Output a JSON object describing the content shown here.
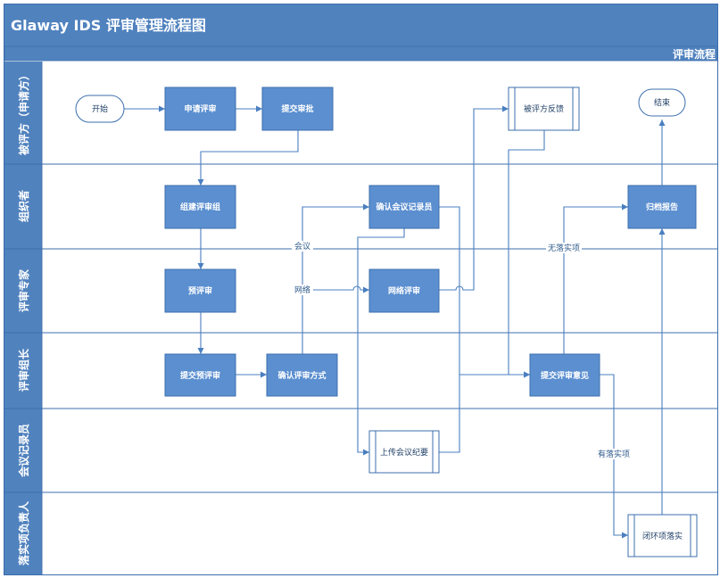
{
  "header": {
    "title": "Glaway IDS 评审管理流程图",
    "subtitle": "评审流程"
  },
  "lanes": [
    {
      "id": "reviewee",
      "label": "被评方（申请方）"
    },
    {
      "id": "organizer",
      "label": "组织者"
    },
    {
      "id": "expert",
      "label": "评审专家"
    },
    {
      "id": "leader",
      "label": "评审组长"
    },
    {
      "id": "recorder",
      "label": "会议记录员"
    },
    {
      "id": "owner",
      "label": "落实项负责人"
    }
  ],
  "nodes": {
    "start": "开始",
    "apply": "申请评审",
    "submit_approval": "提交审批",
    "feedback": "被评方反馈",
    "end": "结束",
    "form_group": "组建评审组",
    "confirm_recorder": "确认会议记录员",
    "archive": "归档报告",
    "pre_review": "预评审",
    "online_review": "网络评审",
    "submit_pre": "提交预评审",
    "confirm_method": "确认评审方式",
    "submit_opinion": "提交评审意见",
    "upload_minutes": "上传会议纪要",
    "close_loop": "闭环项落实"
  },
  "edge_labels": {
    "meeting": "会议",
    "online": "网络",
    "no_items": "无落实项",
    "has_items": "有落实项"
  },
  "colors": {
    "header": "#5082be",
    "lane_label": "#5082be",
    "process": "#5b8fd0",
    "border": "#3c6fad",
    "connector": "#4a7fc0"
  }
}
